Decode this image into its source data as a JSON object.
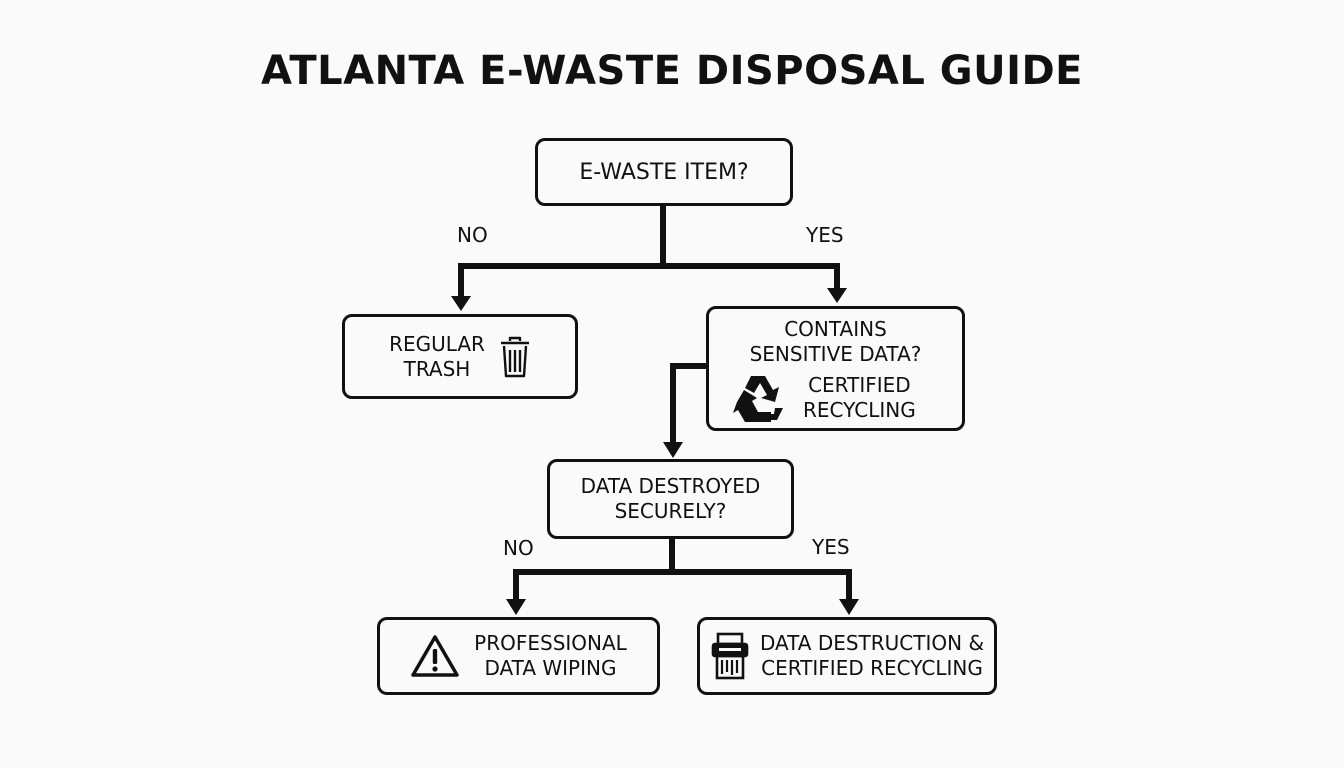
{
  "title": "ATLANTA E-WASTE DISPOSAL GUIDE",
  "nodes": {
    "ewaste": {
      "label": "E-WASTE ITEM?"
    },
    "regular_trash": {
      "line1": "REGULAR",
      "line2": "TRASH",
      "icon": "trash-can-icon"
    },
    "sensitive": {
      "line1": "CONTAINS",
      "line2": "SENSITIVE DATA?",
      "sub_line1": "CERTIFIED",
      "sub_line2": "RECYCLING",
      "icon": "recycle-icon"
    },
    "destroyed": {
      "line1": "DATA DESTROYED",
      "line2": "SECURELY?"
    },
    "wiping": {
      "line1": "PROFESSIONAL",
      "line2": "DATA WIPING",
      "icon": "warning-icon"
    },
    "destruction": {
      "line1": "DATA DESTRUCTION &",
      "line2": "CERTIFIED RECYCLING",
      "icon": "shredder-icon"
    }
  },
  "edges": {
    "no_1": "NO",
    "yes_1": "YES",
    "no_2": "NO",
    "yes_2": "YES"
  }
}
